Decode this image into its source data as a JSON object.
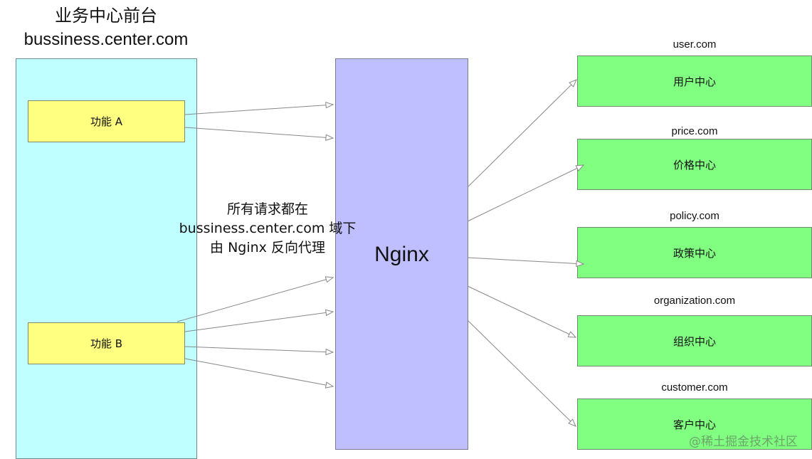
{
  "frontend": {
    "title_cn": "业务中心前台",
    "title_domain": "bussiness.center.com",
    "features": [
      {
        "label": "功能 A"
      },
      {
        "label": "功能 B"
      }
    ]
  },
  "note": {
    "line1": "所有请求都在",
    "line2": "bussiness.center.com 域下",
    "line3": "由 Nginx 反向代理"
  },
  "proxy": {
    "label": "Nginx"
  },
  "services": [
    {
      "domain": "user.com",
      "label": "用户中心"
    },
    {
      "domain": "price.com",
      "label": "价格中心"
    },
    {
      "domain": "policy.com",
      "label": "政策中心"
    },
    {
      "domain": "organization.com",
      "label": "组织中心"
    },
    {
      "domain": "customer.com",
      "label": "客户中心"
    }
  ],
  "watermark": "@稀土掘金技术社区",
  "colors": {
    "frontend_fill": "#bfffff",
    "feature_fill": "#ffff80",
    "nginx_fill": "#bfbfff",
    "service_fill": "#80ff80",
    "arrow": "#888888"
  }
}
